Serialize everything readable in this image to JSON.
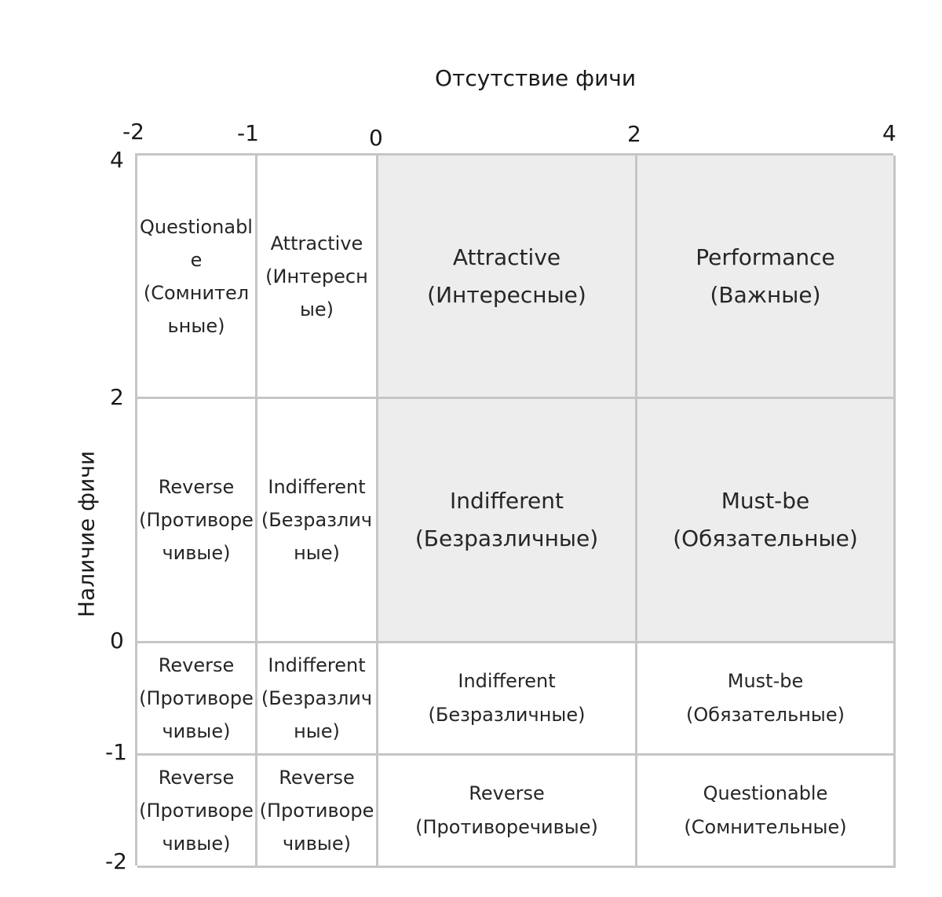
{
  "x_axis": {
    "title": "Отсутствие фичи",
    "ticks": [
      "-2",
      "-1",
      "0",
      "2",
      "4"
    ]
  },
  "y_axis": {
    "title": "Наличие фичи",
    "ticks": [
      "4",
      "2",
      "0",
      "-1",
      "-2"
    ]
  },
  "colors": {
    "grid_line": "#c6c6c6",
    "shaded_cell": "#ededed",
    "text": "#262626"
  },
  "rows": [
    {
      "cells": [
        {
          "label": "Questionable",
          "translation": "(Сомнительные)",
          "shaded": false
        },
        {
          "label": "Attractive",
          "translation": "(Интересные)",
          "shaded": false
        },
        {
          "label": "Attractive",
          "translation": "(Интересные)",
          "shaded": true
        },
        {
          "label": "Performance",
          "translation": "(Важные)",
          "shaded": true
        }
      ]
    },
    {
      "cells": [
        {
          "label": "Reverse",
          "translation": "(Противоречивые)",
          "shaded": false
        },
        {
          "label": "Indifferent",
          "translation": "(Безразличные)",
          "shaded": false
        },
        {
          "label": "Indifferent",
          "translation": "(Безразличные)",
          "shaded": true
        },
        {
          "label": "Must-be",
          "translation": "(Обязательные)",
          "shaded": true
        }
      ]
    },
    {
      "cells": [
        {
          "label": "Reverse",
          "translation": "(Противоречивые)",
          "shaded": false
        },
        {
          "label": "Indifferent",
          "translation": "(Безразличные)",
          "shaded": false
        },
        {
          "label": "Indifferent",
          "translation": "(Безразличные)",
          "shaded": false
        },
        {
          "label": "Must-be",
          "translation": "(Обязательные)",
          "shaded": false
        }
      ]
    },
    {
      "cells": [
        {
          "label": "Reverse",
          "translation": "(Противоречивые)",
          "shaded": false
        },
        {
          "label": "Reverse",
          "translation": "(Противоречивые)",
          "shaded": false
        },
        {
          "label": "Reverse",
          "translation": "(Противоречивые)",
          "shaded": false
        },
        {
          "label": "Questionable",
          "translation": "(Сомнительные)",
          "shaded": false
        }
      ]
    }
  ]
}
